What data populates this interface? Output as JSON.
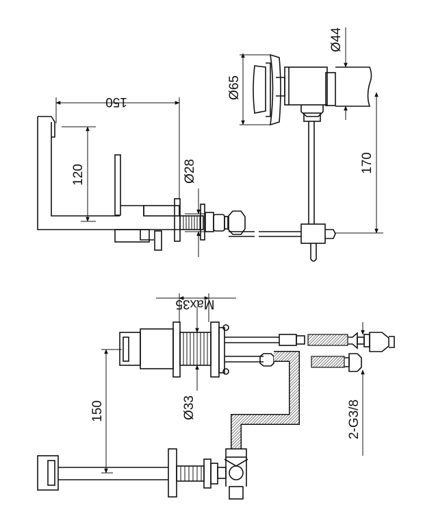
{
  "dimensions": {
    "d150_top": "150",
    "d120": "120",
    "d28": "Ø28",
    "d65": "Ø65",
    "d44": "Ø44",
    "d170": "170",
    "dmax35": "Max35",
    "d150_bottom": "150",
    "d33": "Ø33",
    "dthread": "2-G3/8"
  }
}
